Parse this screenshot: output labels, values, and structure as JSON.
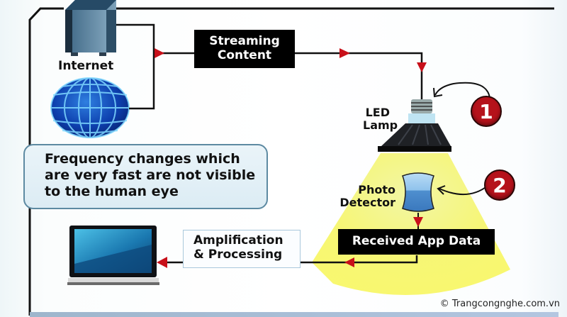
{
  "diagram": {
    "title": "Li-Fi data transmission",
    "nodes": {
      "internet": {
        "label": "Internet",
        "icons": [
          "server-icon",
          "globe-icon"
        ]
      },
      "streaming": {
        "label_line1": "Streaming",
        "label_line2": "Content"
      },
      "led_lamp": {
        "label_line1": "LED",
        "label_line2": "Lamp",
        "badge": "1"
      },
      "photo_detector": {
        "label_line1": "Photo",
        "label_line2": "Detector",
        "badge": "2"
      },
      "received": {
        "label": "Received App Data"
      },
      "amplification": {
        "label_line1": "Amplification",
        "label_line2": "& Processing"
      },
      "laptop": {
        "icon": "laptop-icon"
      }
    },
    "note": {
      "line1": "Frequency changes which",
      "line2": "are very fast are not visible",
      "line3": "to the human eye"
    },
    "flow": [
      "Internet",
      "Streaming Content",
      "LED Lamp",
      "Photo Detector",
      "Received App Data",
      "Amplification & Processing",
      "Laptop"
    ],
    "colors": {
      "arrow": "#c8101a",
      "box": "#000000",
      "light_cone": "#f4f46a",
      "badge": "#b5121b",
      "note_border": "#5d8aa2"
    }
  },
  "watermark": "© Trangcongnghe.com.vn"
}
